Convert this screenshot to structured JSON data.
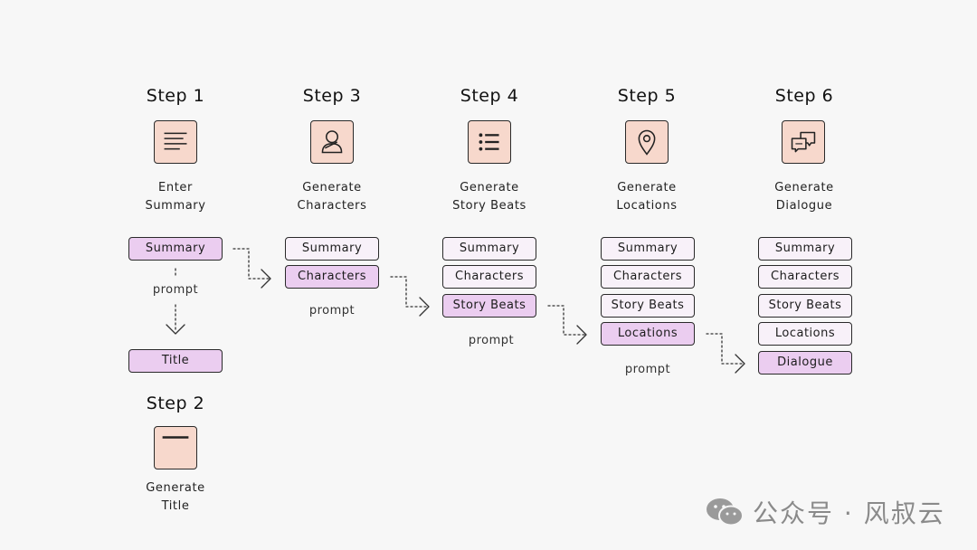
{
  "steps": {
    "s1": {
      "title": "Step 1",
      "icon": "document-lines-icon",
      "desc": [
        "Enter",
        "Summary"
      ]
    },
    "s2": {
      "title": "Step 2",
      "icon": "title-bar-icon",
      "desc": [
        "Generate",
        "Title"
      ]
    },
    "s3": {
      "title": "Step 3",
      "icon": "character-person-icon",
      "desc": [
        "Generate",
        "Characters"
      ]
    },
    "s4": {
      "title": "Step 4",
      "icon": "list-bullets-icon",
      "desc": [
        "Generate",
        "Story Beats"
      ]
    },
    "s5": {
      "title": "Step 5",
      "icon": "location-pin-icon",
      "desc": [
        "Generate",
        "Locations"
      ]
    },
    "s6": {
      "title": "Step 6",
      "icon": "chat-bubbles-icon",
      "desc": [
        "Generate",
        "Dialogue"
      ]
    }
  },
  "col1": {
    "input": "Summary",
    "prompt": "prompt",
    "output": "Title"
  },
  "col3": {
    "items": [
      "Summary",
      "Characters"
    ],
    "prompt": "prompt"
  },
  "col4": {
    "items": [
      "Summary",
      "Characters",
      "Story Beats"
    ],
    "prompt": "prompt"
  },
  "col5": {
    "items": [
      "Summary",
      "Characters",
      "Story Beats",
      "Locations"
    ],
    "prompt": "prompt"
  },
  "col6": {
    "items": [
      "Summary",
      "Characters",
      "Story Beats",
      "Locations",
      "Dialogue"
    ]
  },
  "colors": {
    "icon_fill": "#f7d8cc",
    "pill_plain": "#f8f1f9",
    "pill_highlight": "#ebcdf0"
  },
  "watermark": {
    "text": "公众号 · 风叔云",
    "icon": "wechat-icon"
  }
}
